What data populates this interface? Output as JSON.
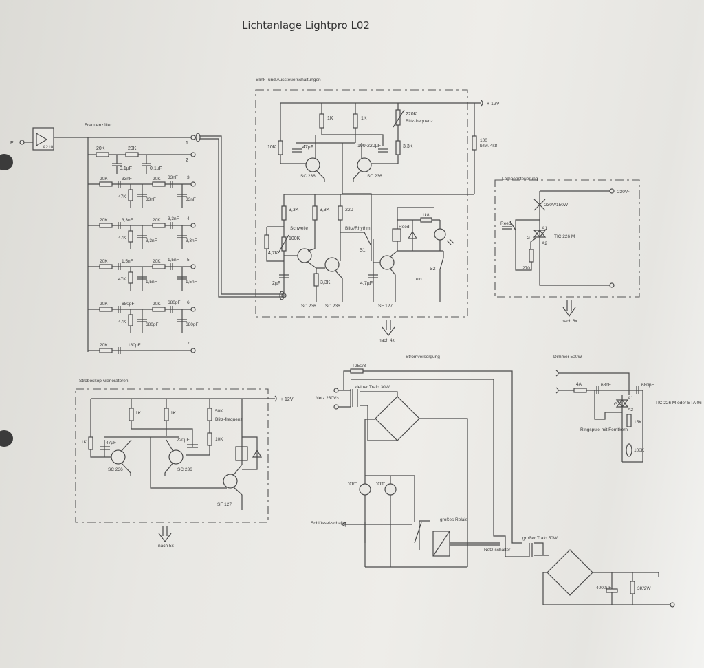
{
  "title": "Lichtanlage Lightpro L02",
  "input": {
    "label": "E",
    "amp": "A210"
  },
  "filter": {
    "title": "Frequenzfilter",
    "outputs": [
      "1",
      "2",
      "3",
      "4",
      "5",
      "6",
      "7"
    ],
    "row2": [
      "20K",
      "20K",
      "0,1µF",
      "0,1µF"
    ],
    "row3": [
      "20K",
      "33nF",
      "20K",
      "33nF",
      "47K",
      "33nF",
      "33nF"
    ],
    "row4": [
      "20K",
      "3,3nF",
      "20K",
      "3,3nF",
      "47K",
      "3,3nF",
      "3,3nF"
    ],
    "row5": [
      "20K",
      "1,5nF",
      "20K",
      "1,5nF",
      "47K",
      "1,5nF",
      "1,5nF"
    ],
    "row6": [
      "20K",
      "680pF",
      "20K",
      "680pF",
      "47K",
      "680pF",
      "680pF"
    ],
    "row7": [
      "20K",
      "180pF"
    ]
  },
  "blink": {
    "title": "Blink- und Aussteuerschaltungen",
    "supply": "+ 12V",
    "r1": "1K",
    "r2": "1K",
    "r3": "10K",
    "c1": "47µF",
    "c2": "100-220µF",
    "pot": "220K",
    "pot_label": "Blitz-frequenz",
    "r4": "3,3K",
    "t1": "SC 236",
    "t2": "SC 236",
    "lamp_r": "100",
    "lamp_r2": "bzw. 4k8",
    "r5": "3,3K",
    "r6": "3,3K",
    "r7": "220",
    "schwelle": "Schwelle",
    "pot2": "100K",
    "r8": "4,7K",
    "c3": "2µF",
    "r9": "3,3K",
    "switch_label": "Blitz/Rhythm",
    "s1": "S1",
    "c4": "4,7µF",
    "reed": "Reed",
    "r10": "1k8",
    "s2": "S2",
    "ein": "ein",
    "t3": "SC 236",
    "t4": "SC 236",
    "t5": "SF 127",
    "arrow": "nach 4x"
  },
  "lamp": {
    "title": "Lampensteuerung",
    "mains": "230V~",
    "bulb": "230V/150W",
    "reed": "Reed",
    "g": "G",
    "a1": "A1",
    "a2": "A2",
    "triac": "TIC 226 M",
    "r": "270",
    "arrow": "nach 6x"
  },
  "strobe": {
    "title": "Stroboskop-Generatoren",
    "supply": "+ 12V",
    "r1": "1K",
    "r2": "1K",
    "r3": "1K",
    "c1": "47µF",
    "c2": "220µF",
    "pot": "50K",
    "pot_label": "Blitz-frequenz",
    "pot2": "10K",
    "t1": "SC 236",
    "t2": "SC 236",
    "t3": "SF 127",
    "arrow": "nach 5x"
  },
  "power": {
    "title": "Stromversorgung",
    "fuse": "T250/3",
    "mains": "Netz 230V~",
    "small_trafo": "kleiner Trafo 30W",
    "on": "\"On\"",
    "off": "\"Off\"",
    "key_switch": "Schlüssel-schalter",
    "relay": "großes Relais",
    "mains_switch": "Netz-schalter",
    "big_trafo": "großer Trafo 50W",
    "cap": "4000µF",
    "res": "3K/2W"
  },
  "dimmer": {
    "title": "Dimmer 500W",
    "fuse": "4A",
    "c1": "68nF",
    "c2": "680pF",
    "g": "G",
    "a1": "A1",
    "a2": "A2",
    "triac": "TIC 226 M oder BTA 06",
    "coil": "Ringspule mit Ferritkern",
    "r1": "15K",
    "pot": "100K"
  }
}
